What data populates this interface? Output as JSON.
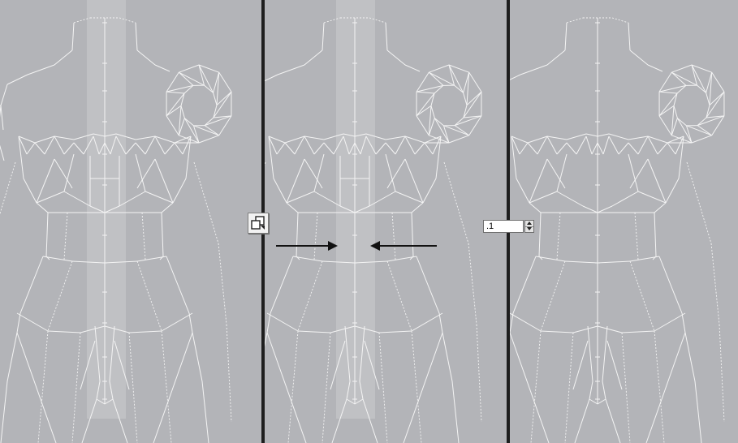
{
  "viewport": {
    "panels": [
      {
        "label": "",
        "stage": "original-mesh"
      },
      {
        "label": "",
        "stage": "scale-to-center"
      },
      {
        "label": "",
        "stage": "collapsed-result"
      }
    ]
  },
  "toolbar": {
    "scale_tool_icon": "scale-tool-icon"
  },
  "spinner": {
    "value": ".1"
  },
  "arrows": {
    "left": "arrow-right-icon",
    "right": "arrow-left-icon"
  },
  "colors": {
    "background": "#b3b4b8",
    "wire": "#f4f4f4",
    "divider": "#1e1e1e",
    "selection": "#cfcfd2"
  }
}
